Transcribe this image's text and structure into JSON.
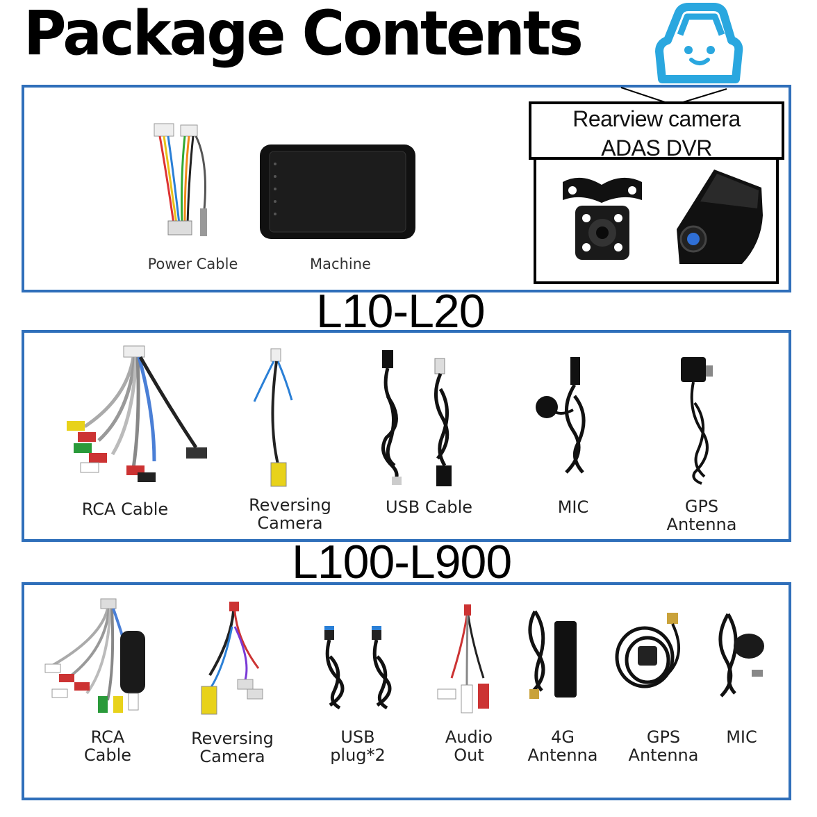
{
  "header": {
    "title": "Package Contents",
    "logo_icon": "car-face-icon",
    "accent": "#2f6fba",
    "logo_color": "#2aa7df"
  },
  "top_panel": {
    "items": [
      {
        "name": "power-cable",
        "label": "Power Cable"
      },
      {
        "name": "machine",
        "label": "Machine"
      }
    ],
    "camera_box": {
      "line1": "Rearview camera",
      "line2": "ADAS DVR"
    }
  },
  "series_1": "L10-L20",
  "mid_panel": {
    "items": [
      {
        "label": "RCA Cable"
      },
      {
        "label": "Reversing\nCamera"
      },
      {
        "label": "USB Cable"
      },
      {
        "label": "MIC"
      },
      {
        "label": "GPS\nAntenna"
      }
    ]
  },
  "series_2": "L100-L900",
  "bottom_panel": {
    "items": [
      {
        "label": "RCA\nCable"
      },
      {
        "label": "Reversing\nCamera"
      },
      {
        "label": "USB\nplug*2"
      },
      {
        "label": "Audio\nOut"
      },
      {
        "label": "4G\nAntenna"
      },
      {
        "label": "GPS\nAntenna"
      },
      {
        "label": "MIC"
      }
    ]
  }
}
